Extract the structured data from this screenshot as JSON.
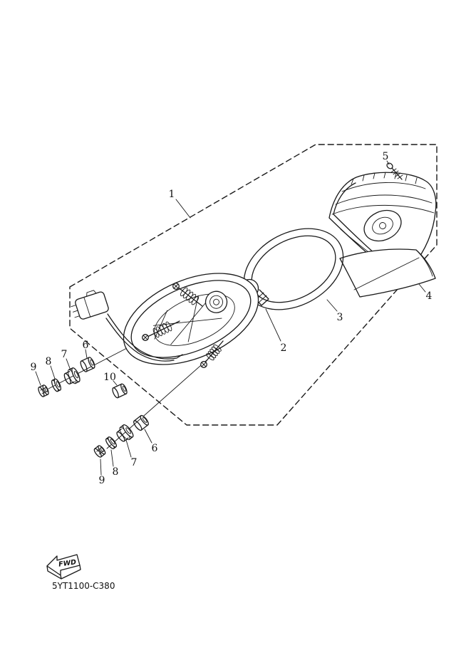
{
  "colors": {
    "line": "#1a1a1a",
    "background": "#ffffff"
  },
  "diagram": {
    "code": "5YT1100-C380",
    "fwd": "FWD",
    "labels": {
      "part1": "1",
      "part2": "2",
      "part3": "3",
      "part4": "4",
      "part5": "5",
      "part6": "6",
      "part7": "7",
      "part8": "8",
      "part9": "9",
      "part10": "10"
    }
  }
}
